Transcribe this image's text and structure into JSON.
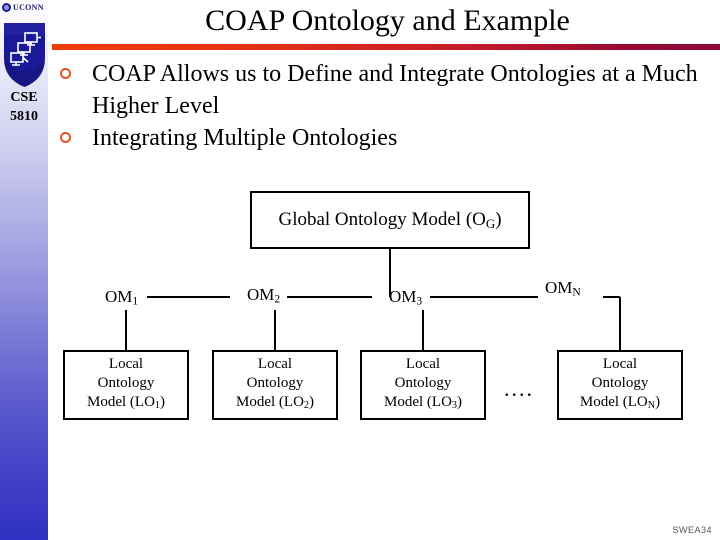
{
  "branding": {
    "university_mark": "UCONN",
    "seal_icon": "uconn-seal-icon",
    "shield_icon": "cse-shield-network-icon",
    "course_line_1": "CSE",
    "course_line_2": "5810"
  },
  "header": {
    "title": "COAP Ontology and Example",
    "rule_color_left": "#F03C0A",
    "rule_color_right": "#8B0A33"
  },
  "bullets": {
    "marker_icon": "circle-outline-bullet-icon",
    "marker_color": "#E2561B",
    "items": [
      "COAP Allows us to Define and Integrate Ontologies at a Much Higher Level",
      "Integrating Multiple Ontologies"
    ]
  },
  "diagram": {
    "global_node": {
      "text": "Global Ontology Model (O",
      "subscript": "G",
      "text_tail": ")"
    },
    "om_labels": [
      {
        "base": "OM",
        "sub": "1"
      },
      {
        "base": "OM",
        "sub": "2"
      },
      {
        "base": "OM",
        "sub": "3"
      },
      {
        "base": "OM",
        "sub": "N"
      }
    ],
    "local_nodes": [
      {
        "line1": "Local",
        "line2": "Ontology",
        "line3_pre": "Model (LO",
        "sub": "1",
        "line3_post": ")"
      },
      {
        "line1": "Local",
        "line2": "Ontology",
        "line3_pre": "Model (LO",
        "sub": "2",
        "line3_post": ")"
      },
      {
        "line1": "Local",
        "line2": "Ontology",
        "line3_pre": "Model (LO",
        "sub": "3",
        "line3_post": ")"
      },
      {
        "line1": "Local",
        "line2": "Ontology",
        "line3_pre": "Model (LO",
        "sub": "N",
        "line3_post": ")"
      }
    ],
    "ellipsis": "....",
    "line_color": "#000000"
  },
  "footer": {
    "slide_code": "SWEA34"
  },
  "sidebar": {
    "gradient_top": "#FFFFFF",
    "gradient_bottom": "#3030C2"
  }
}
